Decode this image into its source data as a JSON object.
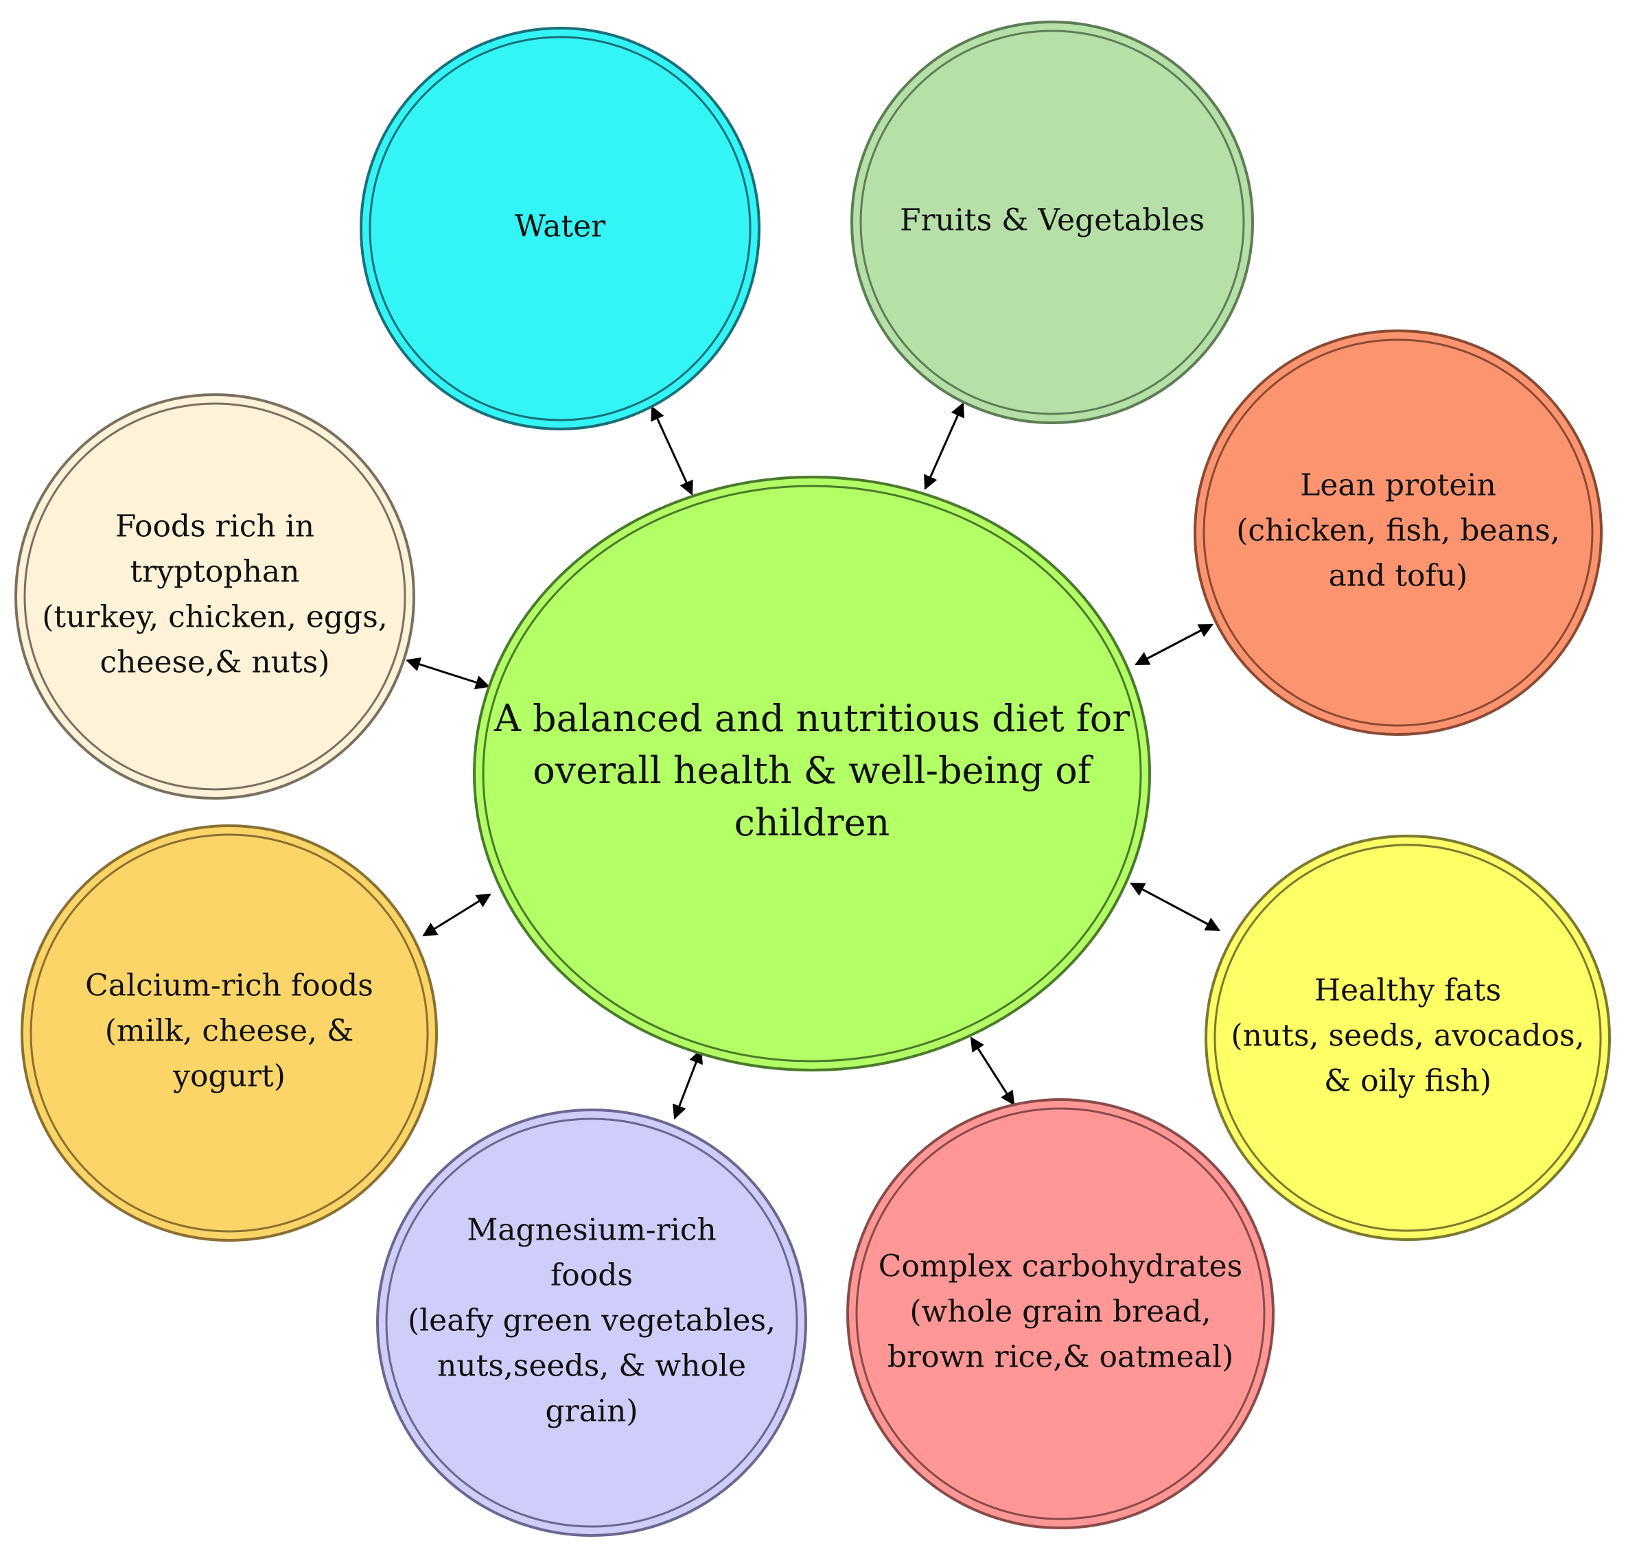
{
  "center": {
    "lines": [
      "A balanced and nutritious diet for",
      "overall health & well-being of",
      "children"
    ],
    "fill": "#b3ff66",
    "stroke": "#4a7a2a"
  },
  "nodes": [
    {
      "id": "water",
      "lines": [
        "Water"
      ],
      "fill": "#33f5f5",
      "stroke": "#1a6f7a"
    },
    {
      "id": "fruits-vegetables",
      "lines": [
        "Fruits & Vegetables"
      ],
      "fill": "#b7dfa8",
      "stroke": "#5d7d55"
    },
    {
      "id": "lean-protein",
      "lines": [
        "Lean protein",
        "(chicken, fish, beans,",
        "and tofu)"
      ],
      "fill": "#fd9470",
      "stroke": "#8a4a33"
    },
    {
      "id": "healthy-fats",
      "lines": [
        "Healthy fats",
        "(nuts, seeds, avocados,",
        "& oily fish)"
      ],
      "fill": "#ffff66",
      "stroke": "#7a7a30"
    },
    {
      "id": "complex-carbohydrates",
      "lines": [
        "Complex carbohydrates",
        "(whole grain bread,",
        "brown rice,& oatmeal)"
      ],
      "fill": "#ff9796",
      "stroke": "#8a4a4a"
    },
    {
      "id": "magnesium-rich-foods",
      "lines": [
        "Magnesium-rich",
        "foods",
        "(leafy green vegetables,",
        "nuts,seeds, & whole",
        "grain)"
      ],
      "fill": "#cfcdf9",
      "stroke": "#6a6890"
    },
    {
      "id": "calcium-rich-foods",
      "lines": [
        "Calcium-rich foods",
        "(milk, cheese, &",
        "yogurt)"
      ],
      "fill": "#fcd569",
      "stroke": "#8a7030"
    },
    {
      "id": "foods-rich-in-tryptophan",
      "lines": [
        "Foods rich in",
        "tryptophan",
        "(turkey, chicken, eggs,",
        "cheese,& nuts)"
      ],
      "fill": "#fef2d8",
      "stroke": "#7a7060"
    }
  ],
  "connectors": [
    {
      "from": "center",
      "to": "water",
      "style": "double-arrow"
    },
    {
      "from": "center",
      "to": "fruits-vegetables",
      "style": "double-arrow"
    },
    {
      "from": "center",
      "to": "lean-protein",
      "style": "double-arrow"
    },
    {
      "from": "center",
      "to": "healthy-fats",
      "style": "double-arrow"
    },
    {
      "from": "center",
      "to": "complex-carbohydrates",
      "style": "double-arrow"
    },
    {
      "from": "center",
      "to": "magnesium-rich-foods",
      "style": "double-arrow"
    },
    {
      "from": "center",
      "to": "calcium-rich-foods",
      "style": "double-arrow"
    },
    {
      "from": "center",
      "to": "foods-rich-in-tryptophan",
      "style": "double-arrow"
    }
  ]
}
